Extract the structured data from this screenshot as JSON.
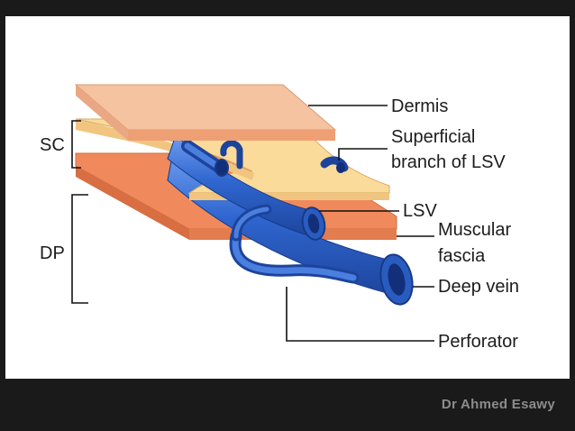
{
  "diagram": {
    "labels": {
      "dermis": "Dermis",
      "superficial_line1": "Superficial",
      "superficial_line2": "branch of LSV",
      "lsv": "LSV",
      "muscular_line1": "Muscular",
      "muscular_line2": "fascia",
      "deep_vein": "Deep vein",
      "perforator": "Perforator",
      "sc": "SC",
      "dp": "DP"
    }
  },
  "footer": {
    "credit": "Dr Ahmed  Esawy"
  },
  "colors": {
    "dermis": "#f6c3a0",
    "subcutaneous": "#fbdb9a",
    "fascia": "#f08a5c",
    "vein": "#2f66cf",
    "vein_dark": "#142f7a",
    "background": "#1a1a1a"
  }
}
